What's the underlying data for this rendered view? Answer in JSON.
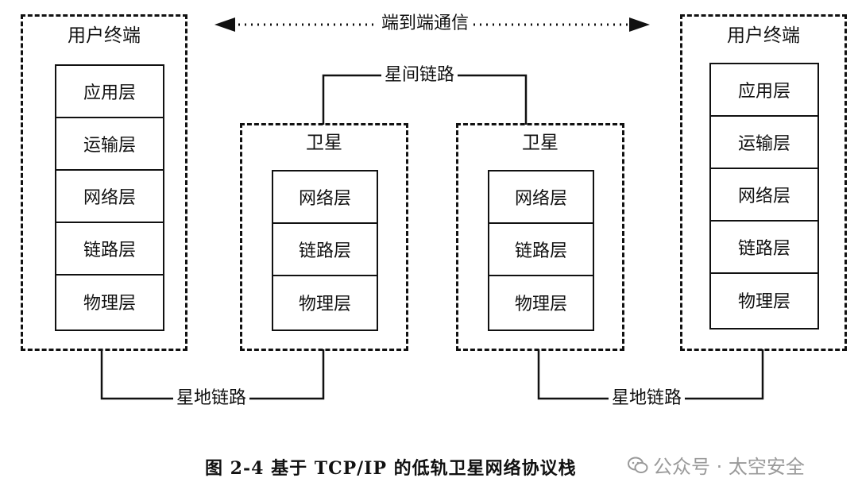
{
  "user_left": {
    "title": "用户终端",
    "layers": [
      "应用层",
      "运输层",
      "网络层",
      "链路层",
      "物理层"
    ]
  },
  "sat_left": {
    "title": "卫星",
    "layers": [
      "网络层",
      "链路层",
      "物理层"
    ]
  },
  "sat_right": {
    "title": "卫星",
    "layers": [
      "网络层",
      "链路层",
      "物理层"
    ]
  },
  "user_right": {
    "title": "用户终端",
    "layers": [
      "应用层",
      "运输层",
      "网络层",
      "链路层",
      "物理层"
    ]
  },
  "links": {
    "end_to_end": "端到端通信",
    "inter_sat": "星间链路",
    "ground_left": "星地链路",
    "ground_right": "星地链路"
  },
  "caption": "图 2-4 基于 TCP/IP 的低轨卫星网络协议栈",
  "watermark": "公众号 · 太空安全"
}
